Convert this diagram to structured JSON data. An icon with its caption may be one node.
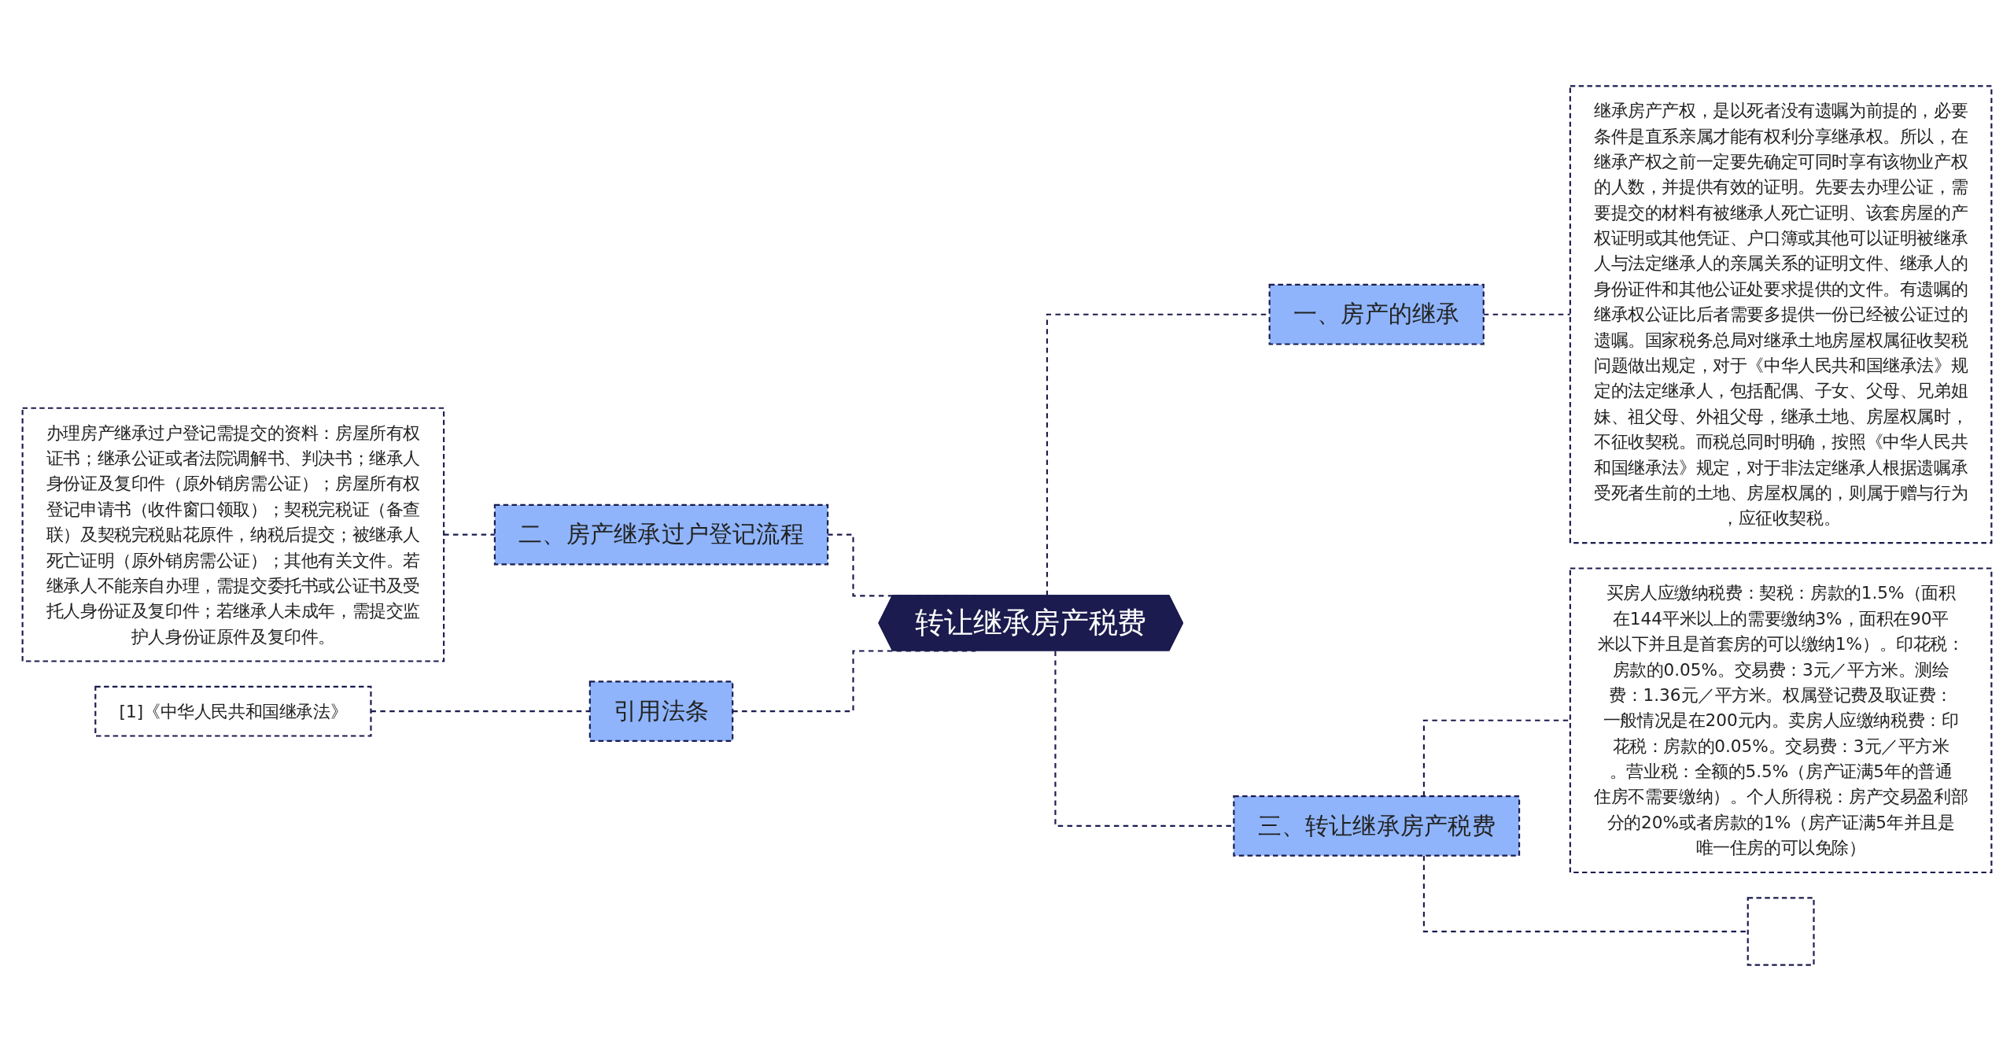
{
  "diagram": {
    "nodes": [
      {
        "text": [
          "转让继承房产税费"
        ]
      },
      {
        "text": [
          "一、房产的继承"
        ]
      },
      {
        "text": [
          "继承房产产权，是以死者没有遗嘱为前提的，必要条件是直系亲属才能有权利分享继承权。所以，在继承产权之前一定要先确定可同时享有该物业产权的人数，并提供有效的证明。先要去办理公证，需要提交的材料有被继承人死亡证明、该套房屋的产权证明或其他凭证、户口簿或其他可以证明被继承人与法定继承人的亲属关系的证明文件、继承人的身份证件和其他公证处要求提供的文件。有遗嘱的继承权公证比后者需要多提供一份已经被公证过的遗嘱。国家税务总局对继承土地房屋权属征收契税问题做出规定，对于《中华人民共和国继承法》规定的法定继承人，包括配偶、子女、父母、兄弟姐妹、祖父母、外祖父母，继承土地、房屋权属时，不征收契税。而税总同时明确，按照《中华人民共和国继承法》规定，对于非法定继承人根据遗嘱承受死者生前的土地、房屋权属的，则属于赠与行为，应征收契税。"
        ]
      },
      {
        "text": [
          "三、转让继承房产税费"
        ]
      },
      {
        "text": [
          "买房人应缴纳税费：契税：房款的1.5%（面积在144平米以上的需要缴纳3%，面积在90平米以下并且是首套房的可以缴纳1%）。印花税：房款的0.05%。交易费：3元／平方米。测绘费：1.36元／平方米。权属登记费及取证费：一般情况是在200元内。卖房人应缴纳税费：印花税：房款的0.05%。交易费：3元／平方米。营业税：全额的5.5%（房产证满5年的普通住房不需要缴纳）。个人所得税：房产交易盈利部分的20%或者房款的1%（房产证满5年并且是唯一住房的可以免除）"
        ]
      },
      {
        "text": [],
        "shape": "box"
      },
      {
        "text": [
          "二、房产继承过户登记流程"
        ]
      },
      {
        "text": [
          "办理房产继承过户登记需提交的资料：房屋所有权证书；继承公证或者法院调解书、判决书；继承人身份证及复印件（原外销房需公证）；房屋所有权登记申请书（收件窗口领取）；契税完税证（备查联）及契税完税贴花原件，纳税后提交；被继承人死亡证明（原外销房需公证）；其他有关文件。若继承人不能亲自办理，需提交委托书或公证书及受托人身份证及复印件；若继承人未成年，需提交监护人身份证原件及复印件。"
        ]
      },
      {
        "text": [
          "引用法条"
        ]
      },
      {
        "text": [
          "[1]《中华人民共和国继承法》"
        ]
      }
    ],
    "edges": [
      {
        "from": 0,
        "to": 1,
        "arrow": "none",
        "style": "dashed"
      },
      {
        "from": 1,
        "to": 2,
        "arrow": "none",
        "style": "dashed"
      },
      {
        "from": 0,
        "to": 3,
        "arrow": "none",
        "style": "dashed"
      },
      {
        "from": 3,
        "to": 4,
        "arrow": "none",
        "style": "dashed"
      },
      {
        "from": 3,
        "to": 5,
        "arrow": "none",
        "style": "dashed"
      },
      {
        "from": 6,
        "to": 0,
        "arrow": "none",
        "style": "dashed"
      },
      {
        "from": 7,
        "to": 6,
        "arrow": "none",
        "style": "dashed"
      },
      {
        "from": 8,
        "to": 0,
        "arrow": "none",
        "style": "dashed"
      },
      {
        "from": 9,
        "to": 8,
        "arrow": "none",
        "style": "dashed"
      }
    ]
  }
}
